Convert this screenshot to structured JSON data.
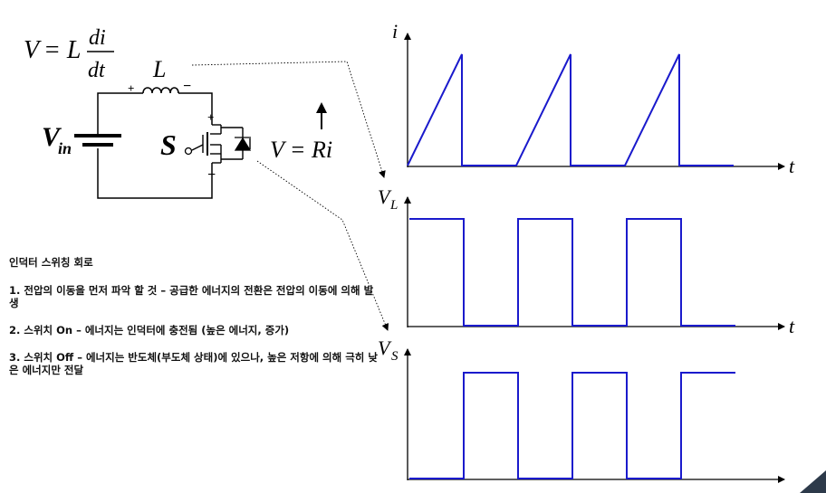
{
  "circuit": {
    "eq_v": "V",
    "eq_equals": "= L",
    "eq_num": "di",
    "eq_den": "dt",
    "inductor_label": "L",
    "inductor_plus": "+",
    "inductor_minus": "−",
    "source_label": "V",
    "source_sub": "in",
    "switch_label": "S",
    "switch_plus": "+",
    "switch_minus": "−",
    "vri_label": "V = Ri"
  },
  "plots": {
    "current": {
      "ylabel": "i",
      "xlabel": "t"
    },
    "vl": {
      "ylabel": "V",
      "ysub": "L",
      "xlabel": "t"
    },
    "vs": {
      "ylabel": "V",
      "ysub": "S"
    }
  },
  "chart_data": [
    {
      "type": "line",
      "series": [
        {
          "x": [
            0,
            60,
            60,
            120,
            180,
            180,
            240,
            300,
            300,
            360
          ],
          "y": [
            0,
            1,
            0,
            0,
            1,
            0,
            0,
            1,
            0,
            0
          ]
        }
      ],
      "xlabel": "t",
      "ylabel": "i"
    },
    {
      "type": "line",
      "series": [
        {
          "x": [
            0,
            60,
            60,
            120,
            120,
            180,
            180,
            240,
            240,
            300,
            300,
            360
          ],
          "y": [
            1,
            1,
            0,
            0,
            1,
            1,
            0,
            0,
            1,
            1,
            0,
            0
          ]
        }
      ],
      "xlabel": "t",
      "ylabel": "V_L"
    },
    {
      "type": "line",
      "series": [
        {
          "x": [
            0,
            60,
            60,
            120,
            120,
            180,
            180,
            240,
            240,
            300,
            300,
            360
          ],
          "y": [
            0,
            0,
            1,
            1,
            0,
            0,
            1,
            1,
            0,
            0,
            1,
            1
          ]
        }
      ],
      "xlabel": "",
      "ylabel": "V_S"
    }
  ],
  "notes": {
    "title": "인덕터 스위칭 회로",
    "item1": "1. 전압의 이동을 먼저 파악 할 것 – 공급한 에너지의 전환은 전압의 이동에 의해 발생",
    "item2": "2. 스위치 On – 에너지는 인덕터에 충전됨 (높은 에너지, 증가)",
    "item3": "3. 스위치 Off – 에너지는 반도체(부도체 상태)에 있으나, 높은 저항에 의해 극히 낮은 에너지만 전달"
  },
  "colors": {
    "waveform": "#1a1acc",
    "ink": "#000000",
    "corner": "#2d3a4a"
  }
}
